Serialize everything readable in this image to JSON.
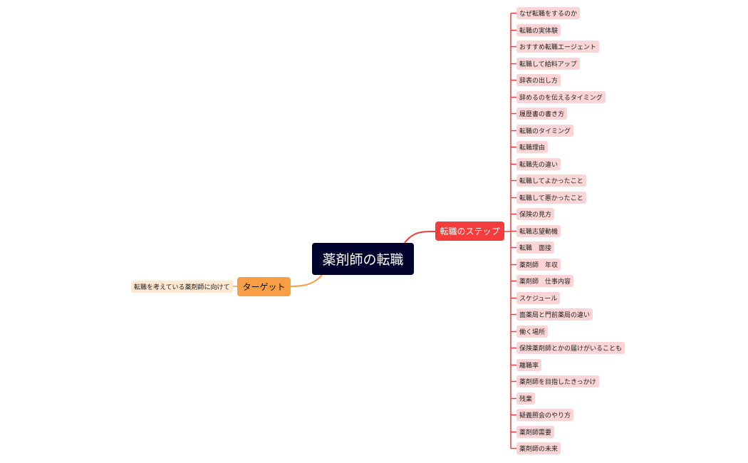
{
  "mindmap": {
    "central_topic": "薬剤師の転職",
    "colors": {
      "central_bg": "#02022c",
      "right_branch": "#f43c3c",
      "right_sub_bg": "#fbd5d5",
      "left_branch": "#f89e47",
      "left_sub_bg": "#fde8d4"
    },
    "right_branch": {
      "label": "転職のステップ",
      "children": [
        "なぜ転職をするのか",
        "転職の実体験",
        "おすすめ転職エージェント",
        "転職して給料アップ",
        "辞表の出し方",
        "辞めるのを伝えるタイミング",
        "履歴書の書き方",
        "転職のタイミング",
        "転職理由",
        "転職先の違い",
        "転職してよかったこと",
        "転職して悪かったこと",
        "保険の見方",
        "転職志望動機",
        "転職　面接",
        "薬剤師　年収",
        "薬剤師　仕事内容",
        "スケジュール",
        "面薬局と門前薬局の違い",
        "働く場所",
        "保険薬剤師とかの届けがいることも",
        "離職率",
        "薬剤師を目指したきっかけ",
        "残業",
        "疑義照会のやり方",
        "薬剤師需要",
        "薬剤師の未来"
      ]
    },
    "left_branch": {
      "label": "ターゲット",
      "children": [
        "転職を考えている薬剤師に向けて"
      ]
    }
  }
}
